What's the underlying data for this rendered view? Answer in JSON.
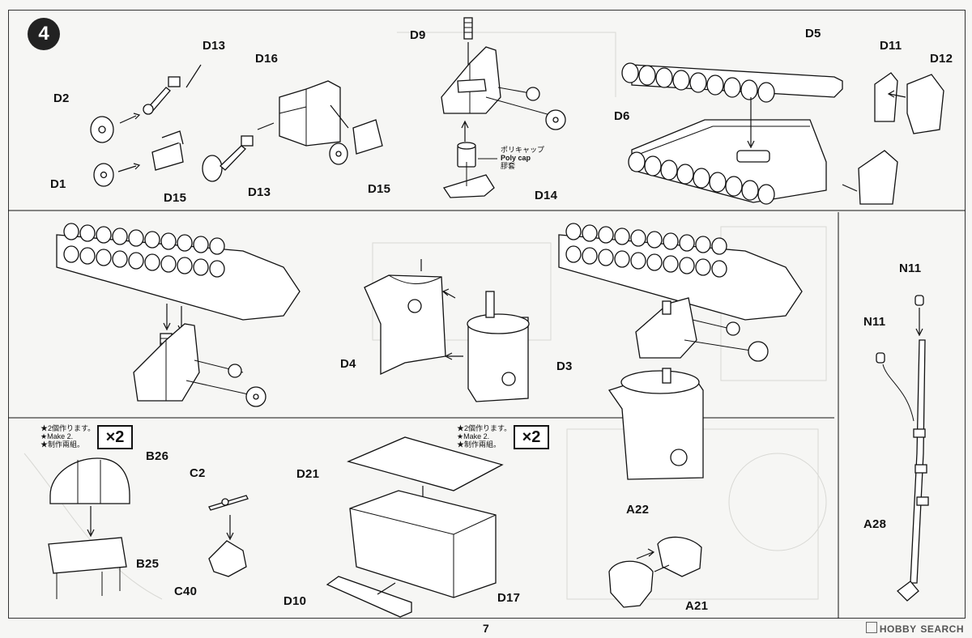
{
  "step": {
    "number": "4"
  },
  "labels": {
    "d13_top": "D13",
    "d16": "D16",
    "d2": "D2",
    "d1": "D1",
    "d15_left": "D15",
    "d13_bottom": "D13",
    "d15_right": "D15",
    "d9": "D9",
    "d14": "D14",
    "d5": "D5",
    "d6": "D6",
    "d11": "D11",
    "d12": "D12",
    "d4": "D4",
    "d3": "D3",
    "n11_upper": "N11",
    "n11_lower": "N11",
    "a28": "A28",
    "b26": "B26",
    "b25": "B25",
    "c2": "C2",
    "c40": "C40",
    "d21": "D21",
    "d10": "D10",
    "d17": "D17",
    "a22": "A22",
    "a21": "A21"
  },
  "polycap": {
    "jp": "ポリキャップ",
    "en": "Poly cap",
    "cn": "膠套"
  },
  "make2_left": {
    "jp": "★2個作ります。",
    "en": "★Make 2.",
    "cn": "★制作兩組。",
    "badge": "×2"
  },
  "make2_mid": {
    "jp": "★2個作ります。",
    "en": "★Make 2.",
    "cn": "★制作兩組。",
    "badge": "×2"
  },
  "page_number": "7",
  "watermark": {
    "brand": "HOBBY",
    "suffix": "SEARCH"
  }
}
